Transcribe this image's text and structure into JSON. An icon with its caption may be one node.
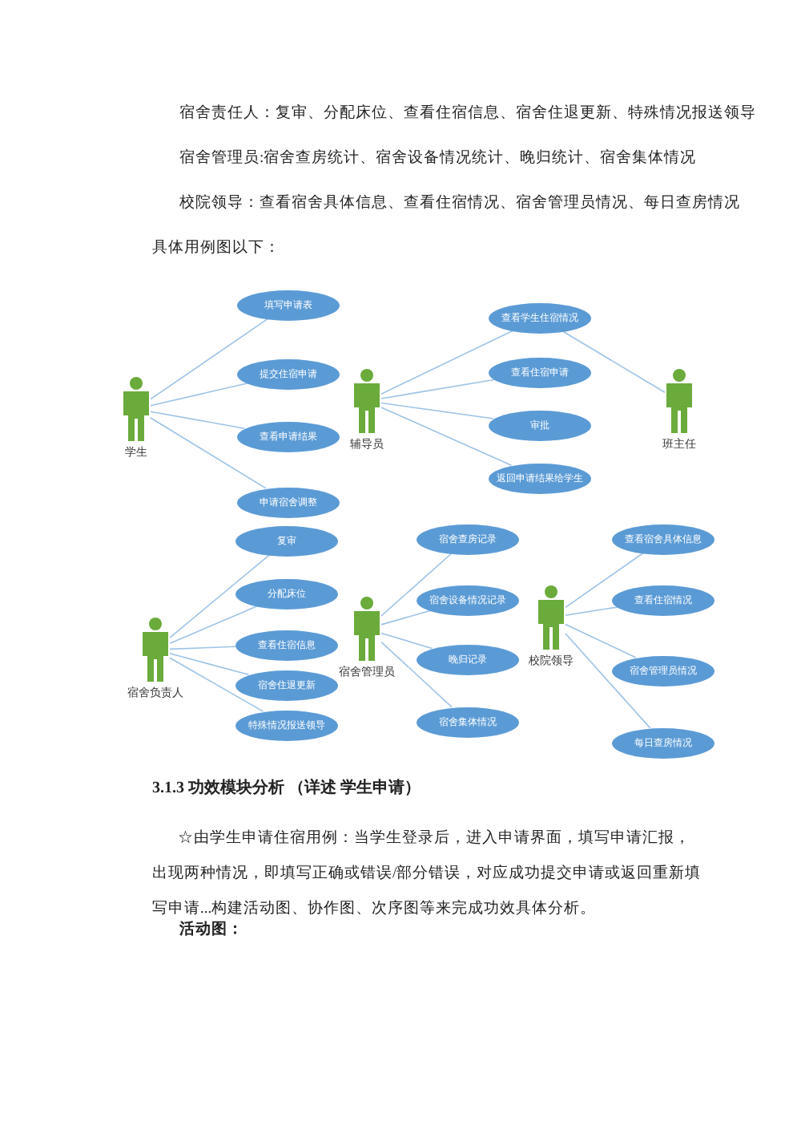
{
  "diagram": {
    "nodes": [
      {
        "text": [
          "学生"
        ]
      },
      {
        "text": [
          "填写申请表"
        ]
      },
      {
        "text": [
          "提交住宿申请"
        ]
      },
      {
        "text": [
          "查看申请结果"
        ]
      },
      {
        "text": [
          "申请宿舍调整"
        ]
      },
      {
        "text": [
          "辅导员"
        ]
      },
      {
        "text": [
          "查看学生住宿情况"
        ]
      },
      {
        "text": [
          "查看住宿申请"
        ]
      },
      {
        "text": [
          "审批"
        ]
      },
      {
        "text": [
          "返回申请结果给学生"
        ]
      },
      {
        "text": [
          "班主任"
        ]
      },
      {
        "text": [
          "宿舍负责人"
        ]
      },
      {
        "text": [
          "复审"
        ]
      },
      {
        "text": [
          "分配床位"
        ]
      },
      {
        "text": [
          "查看住宿信息"
        ]
      },
      {
        "text": [
          "宿舍住退更新"
        ]
      },
      {
        "text": [
          "特殊情况报送领导"
        ]
      },
      {
        "text": [
          "宿舍管理员"
        ]
      },
      {
        "text": [
          "宿舍查房记录"
        ]
      },
      {
        "text": [
          "宿舍设备情况记录"
        ]
      },
      {
        "text": [
          "晚归记录"
        ]
      },
      {
        "text": [
          "宿舍集体情况"
        ]
      },
      {
        "text": [
          "校院领导"
        ]
      },
      {
        "text": [
          "查看宿舍具体信息"
        ]
      },
      {
        "text": [
          "查看住宿情况"
        ]
      },
      {
        "text": [
          "宿舍管理员情况"
        ]
      },
      {
        "text": [
          "每日查房情况"
        ]
      }
    ],
    "edges": [
      {
        "from": 0,
        "to": 1,
        "arrow": "none"
      },
      {
        "from": 0,
        "to": 2,
        "arrow": "none"
      },
      {
        "from": 0,
        "to": 3,
        "arrow": "none"
      },
      {
        "from": 0,
        "to": 4,
        "arrow": "none"
      },
      {
        "from": 5,
        "to": 6,
        "arrow": "none"
      },
      {
        "from": 5,
        "to": 7,
        "arrow": "none"
      },
      {
        "from": 5,
        "to": 8,
        "arrow": "none"
      },
      {
        "from": 5,
        "to": 9,
        "arrow": "none"
      },
      {
        "from": 10,
        "to": 6,
        "arrow": "none"
      },
      {
        "from": 11,
        "to": 12,
        "arrow": "none"
      },
      {
        "from": 11,
        "to": 13,
        "arrow": "none"
      },
      {
        "from": 11,
        "to": 14,
        "arrow": "none"
      },
      {
        "from": 11,
        "to": 15,
        "arrow": "none"
      },
      {
        "from": 11,
        "to": 16,
        "arrow": "none"
      },
      {
        "from": 17,
        "to": 18,
        "arrow": "none"
      },
      {
        "from": 17,
        "to": 19,
        "arrow": "none"
      },
      {
        "from": 17,
        "to": 20,
        "arrow": "none"
      },
      {
        "from": 17,
        "to": 21,
        "arrow": "none"
      },
      {
        "from": 22,
        "to": 23,
        "arrow": "none"
      },
      {
        "from": 22,
        "to": 24,
        "arrow": "none"
      },
      {
        "from": 22,
        "to": 25,
        "arrow": "none"
      },
      {
        "from": 22,
        "to": 26,
        "arrow": "none"
      }
    ],
    "labels": [
      "宿舍责任人：复审、分配床位、查看住宿信息、宿舍住退更新、特殊情况报送领导",
      "宿舍管理员:宿舍查房统计、宿舍设备情况统计、晚归统计、宿舍集体情况",
      "校院领导：查看宿舍具体信息、查看住宿情况、宿舍管理员情况、每日查房情况",
      "具体用例图以下：",
      "3.1.3 功效模块分析 （详述 学生申请）",
      "☆由学生申请住宿用例：当学生登录后，进入申请界面，填写申请汇报，出现两种情况，即填写正确或错误/部分错误，对应成功提交申请或返回重新填写申请...构建活动图、协作图、次序图等来完成功效具体分析。",
      "活动图："
    ]
  }
}
